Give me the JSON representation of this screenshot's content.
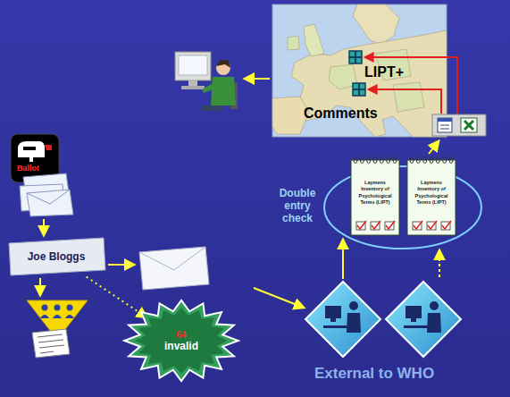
{
  "diagram": {
    "nodes": [
      {
        "text": [
          "LIPT+",
          "Comments"
        ]
      },
      {
        "text": [
          "Ballot"
        ]
      },
      {
        "text": [
          "Double entry check"
        ]
      },
      {
        "text": [
          "Laymens Inventory of Psychological Terms (LIPT)"
        ],
        "in": 2
      },
      {
        "text": [
          "Laymens Inventory of Psychological Terms (LIPT)"
        ],
        "in": 2
      },
      {
        "text": [
          "Joe Bloggs"
        ]
      },
      {
        "text": [
          "64",
          "invalid"
        ]
      }
    ],
    "edges": [
      {
        "from": 1,
        "to": 5,
        "arrow": "to"
      },
      {
        "from": 5,
        "to": 6,
        "arrow": "to"
      }
    ],
    "labels": [
      "External to WHO"
    ]
  }
}
